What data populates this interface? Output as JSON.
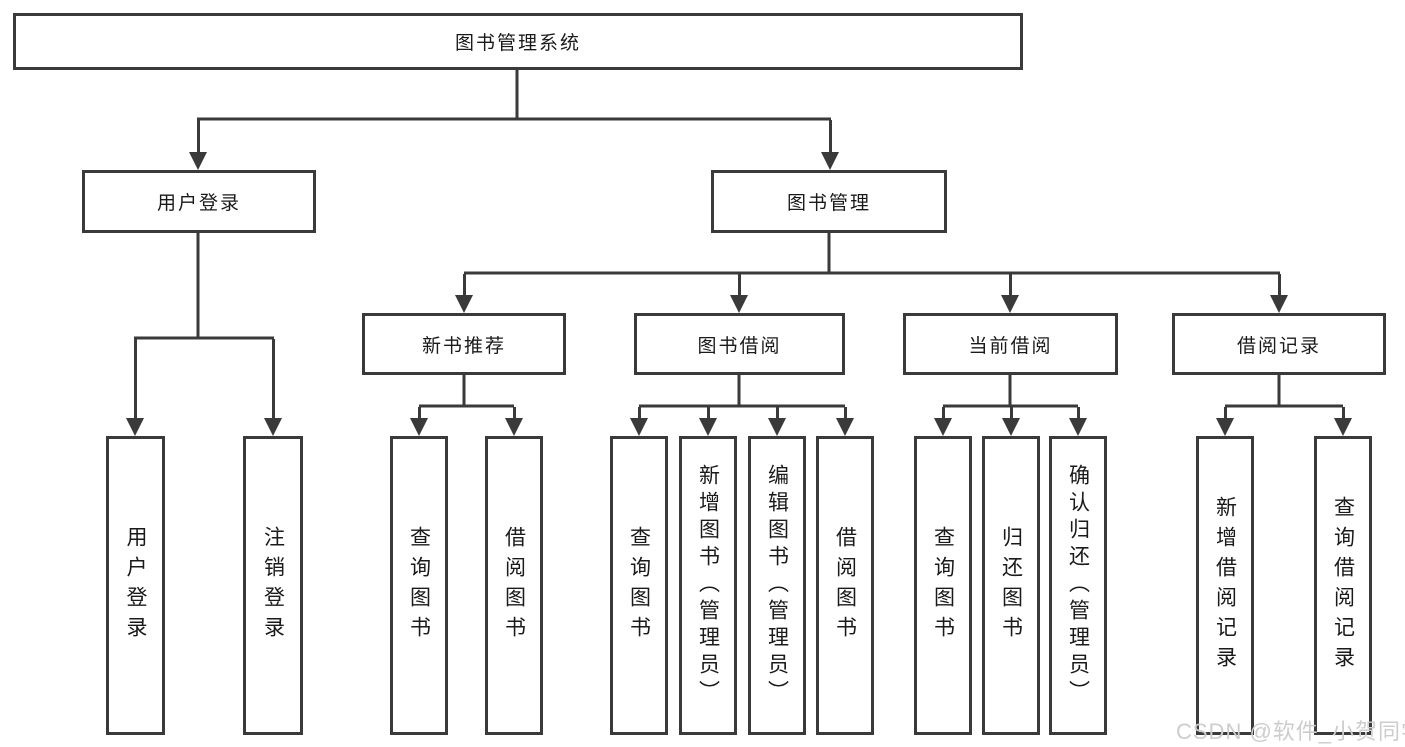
{
  "diagram": {
    "root": {
      "label": "图书管理系统"
    },
    "level2": [
      {
        "label": "用户登录"
      },
      {
        "label": "图书管理"
      }
    ],
    "level3": [
      {
        "label": "新书推荐"
      },
      {
        "label": "图书借阅"
      },
      {
        "label": "当前借阅"
      },
      {
        "label": "借阅记录"
      }
    ],
    "leaves": [
      {
        "label": "用户登录"
      },
      {
        "label": "注销登录"
      },
      {
        "label": "查询图书"
      },
      {
        "label": "借阅图书"
      },
      {
        "label": "查询图书"
      },
      {
        "label": "新增图书（管理员）"
      },
      {
        "label": "编辑图书（管理员）"
      },
      {
        "label": "借阅图书"
      },
      {
        "label": "查询图书"
      },
      {
        "label": "归还图书"
      },
      {
        "label": "确认归还（管理员）"
      },
      {
        "label": "新增借阅记录"
      },
      {
        "label": "查询借阅记录"
      }
    ],
    "watermark": "CSDN @软件_小贺同学",
    "colors": {
      "line": "#3a3a3a",
      "text": "#1a1a1a",
      "watermark": "#cdcdcd"
    }
  }
}
